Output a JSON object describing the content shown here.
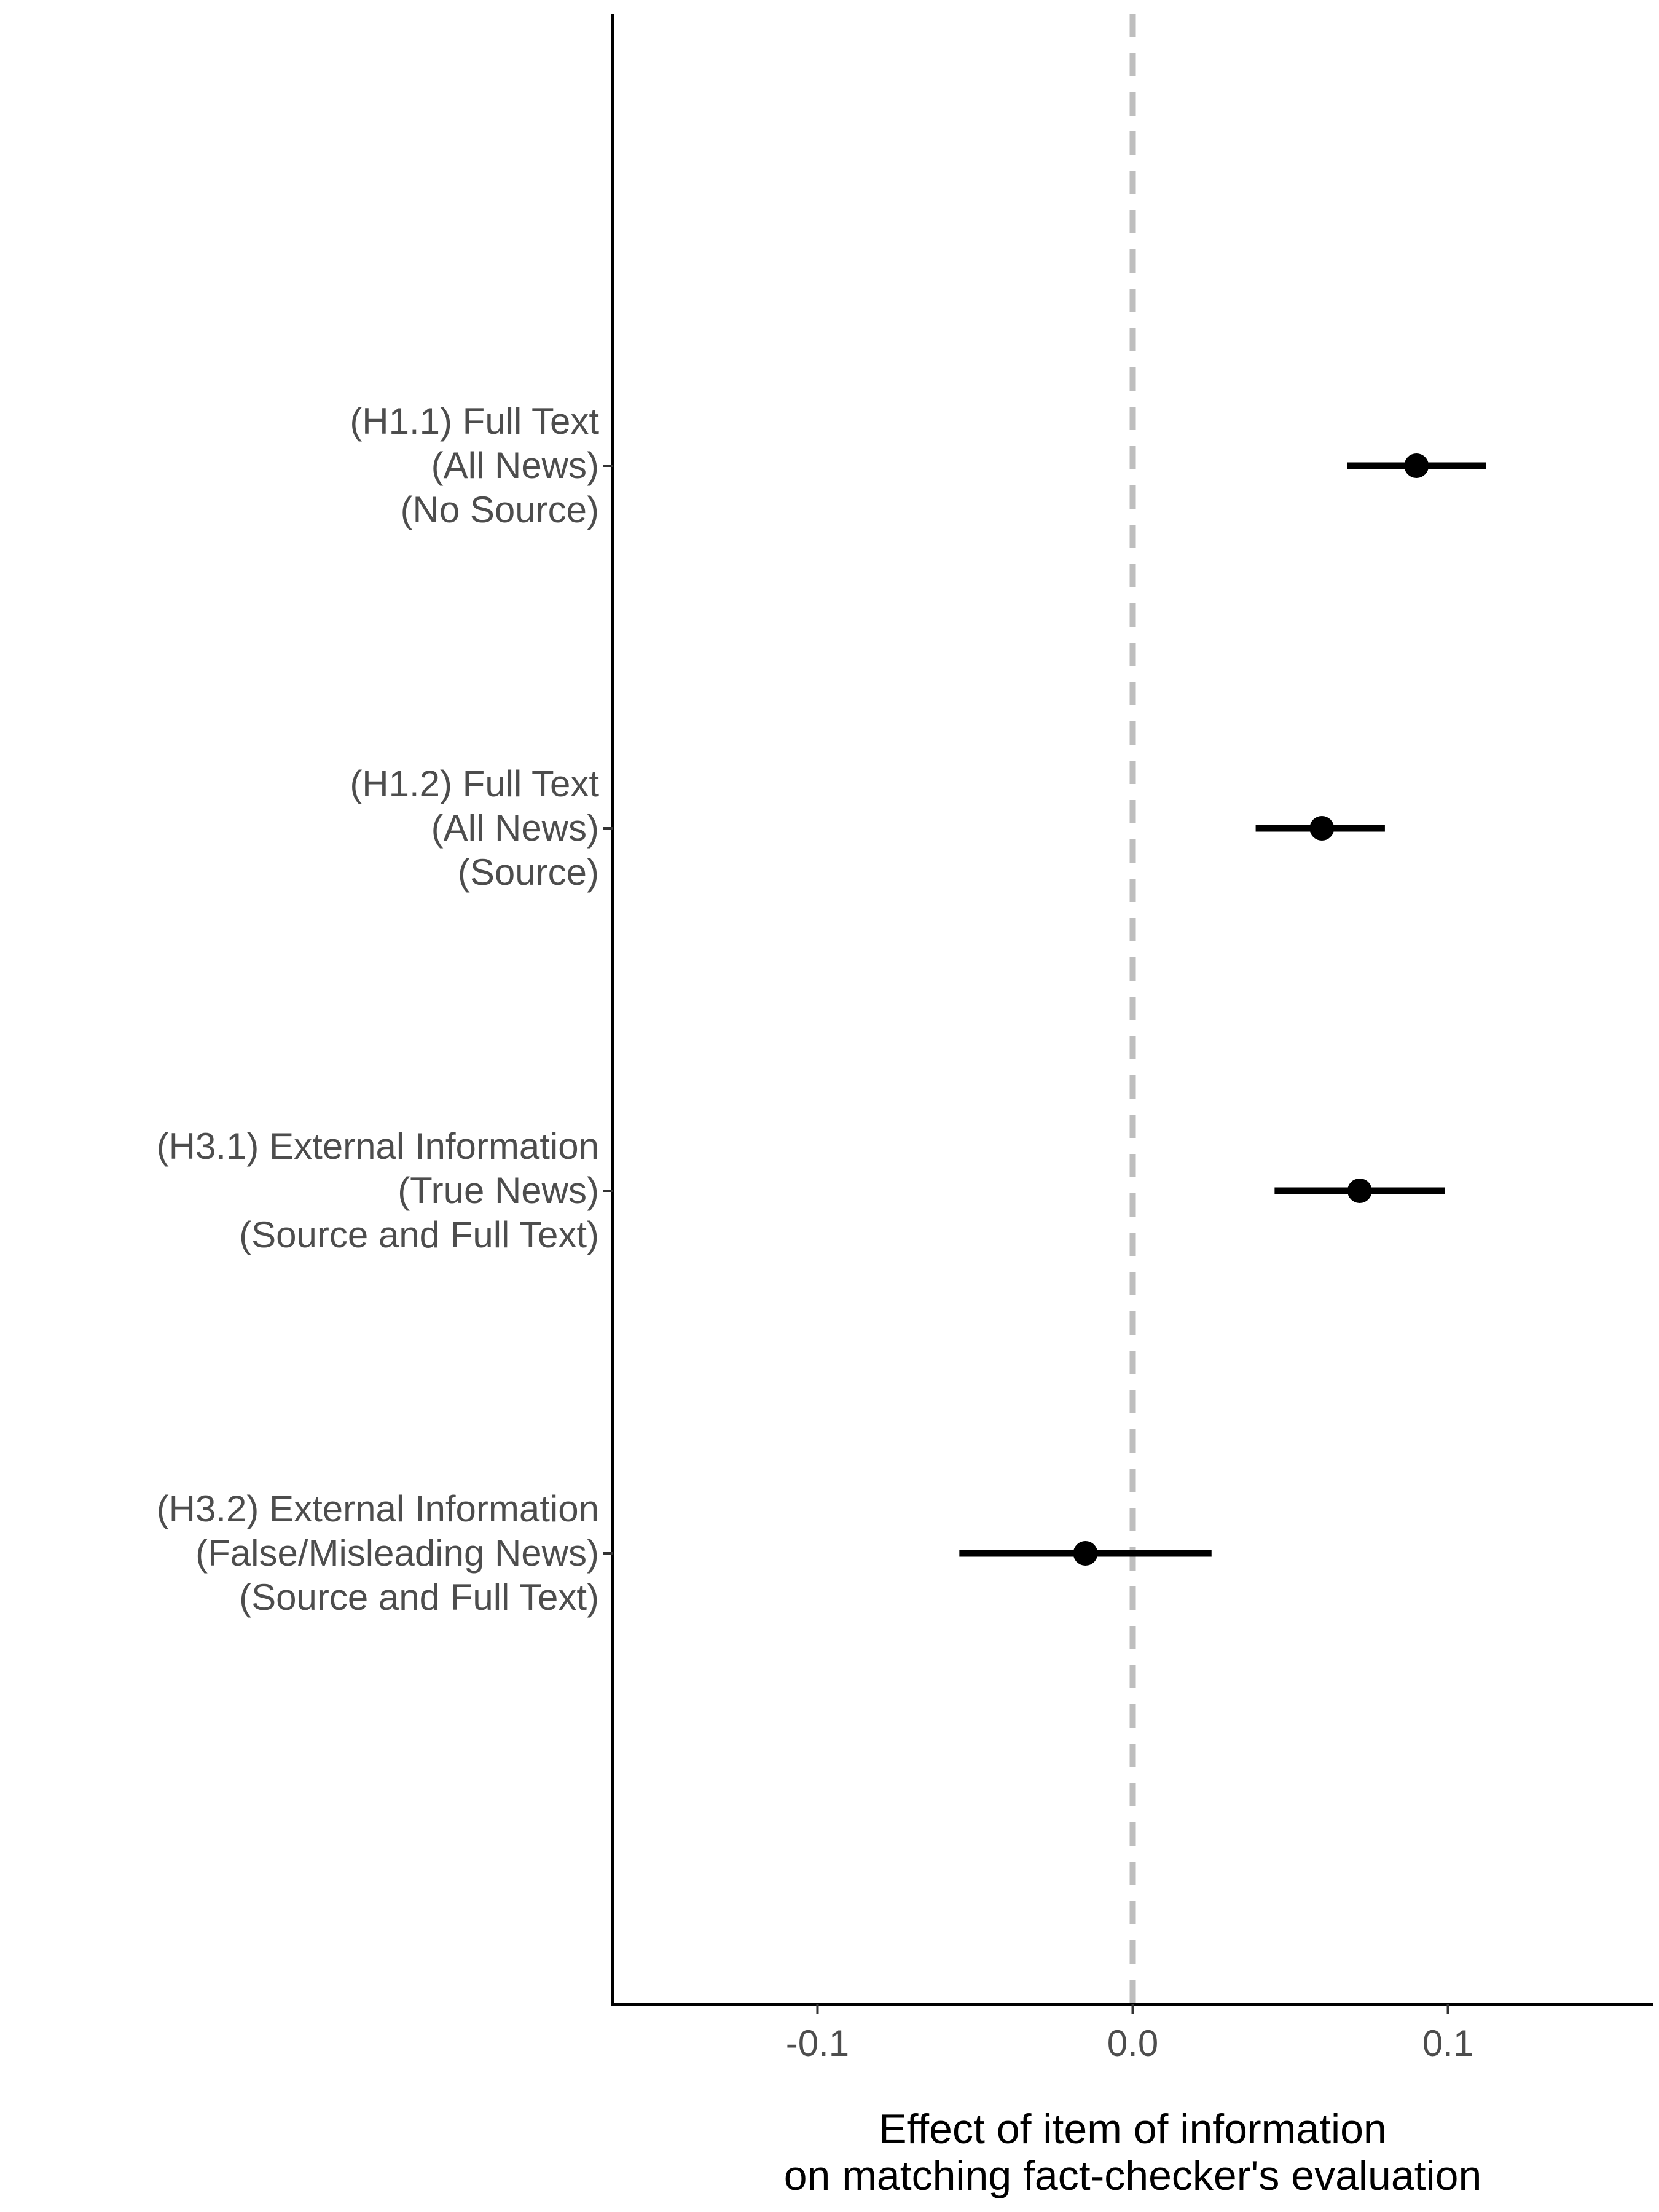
{
  "chart_data": {
    "type": "scatter",
    "title": "",
    "xlabel": [
      "Effect of item of information",
      "on matching fact-checker's evaluation"
    ],
    "ylabel": "",
    "xlim": [
      -0.165,
      0.165
    ],
    "xticks": [
      {
        "value": -0.1,
        "label": "-0.1"
      },
      {
        "value": 0.0,
        "label": "0.0"
      },
      {
        "value": 0.1,
        "label": "0.1"
      }
    ],
    "reference_line": {
      "x": 0.0,
      "style": "dashed",
      "color": "#bebebe"
    },
    "grid": false,
    "points": [
      {
        "label": [
          "(H1.1) Full Text",
          "(All News)",
          "(No Source)"
        ],
        "estimate": 0.09,
        "ci_low": 0.068,
        "ci_high": 0.112
      },
      {
        "label": [
          "(H1.2) Full Text",
          "(All News)",
          "(Source)"
        ],
        "estimate": 0.06,
        "ci_low": 0.039,
        "ci_high": 0.08
      },
      {
        "label": [
          "(H3.1) External Information",
          "(True News)",
          "(Source and Full Text)"
        ],
        "estimate": 0.072,
        "ci_low": 0.045,
        "ci_high": 0.099
      },
      {
        "label": [
          "(H3.2) External Information",
          "(False/Misleading News)",
          "(Source and Full Text)"
        ],
        "estimate": -0.015,
        "ci_low": -0.055,
        "ci_high": 0.025
      }
    ],
    "colors": {
      "point": "#000000",
      "axis": "#000000",
      "reference": "#bebebe"
    }
  }
}
